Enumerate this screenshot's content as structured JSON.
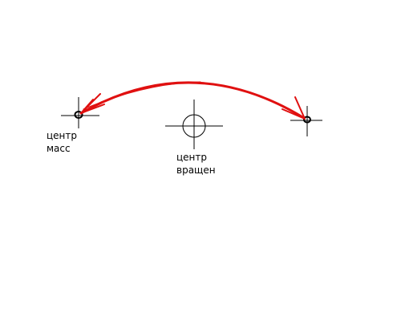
{
  "labels": {
    "center_of_mass_line1": "центр",
    "center_of_mass_line2": "масс",
    "center_of_rotation_line1": "центр",
    "center_of_rotation_line2": "вращен"
  },
  "colors": {
    "background": "#ffffff",
    "marker": "#000000",
    "arc": "#e01010"
  }
}
